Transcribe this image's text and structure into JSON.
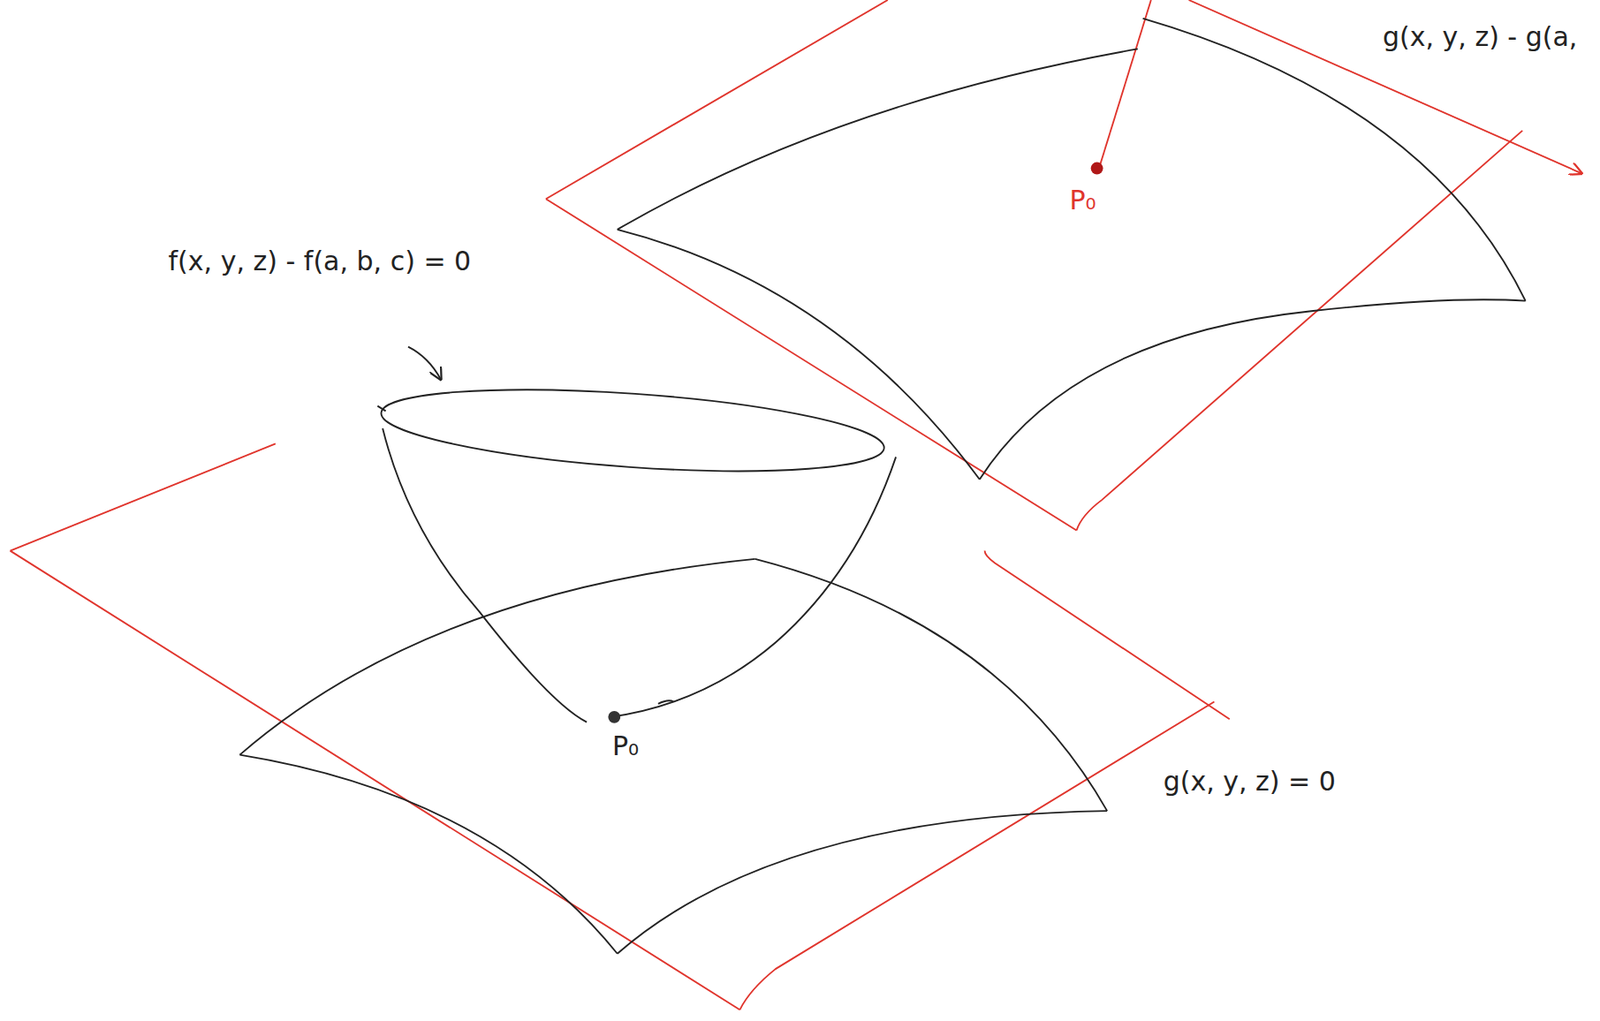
{
  "diagram": {
    "labels": [
      "f(x, y, z) - f(a, b, c) = 0",
      "P₀",
      "g(x, y, z) = 0",
      "P₀",
      "g(x, y, z) - g(a,"
    ]
  }
}
